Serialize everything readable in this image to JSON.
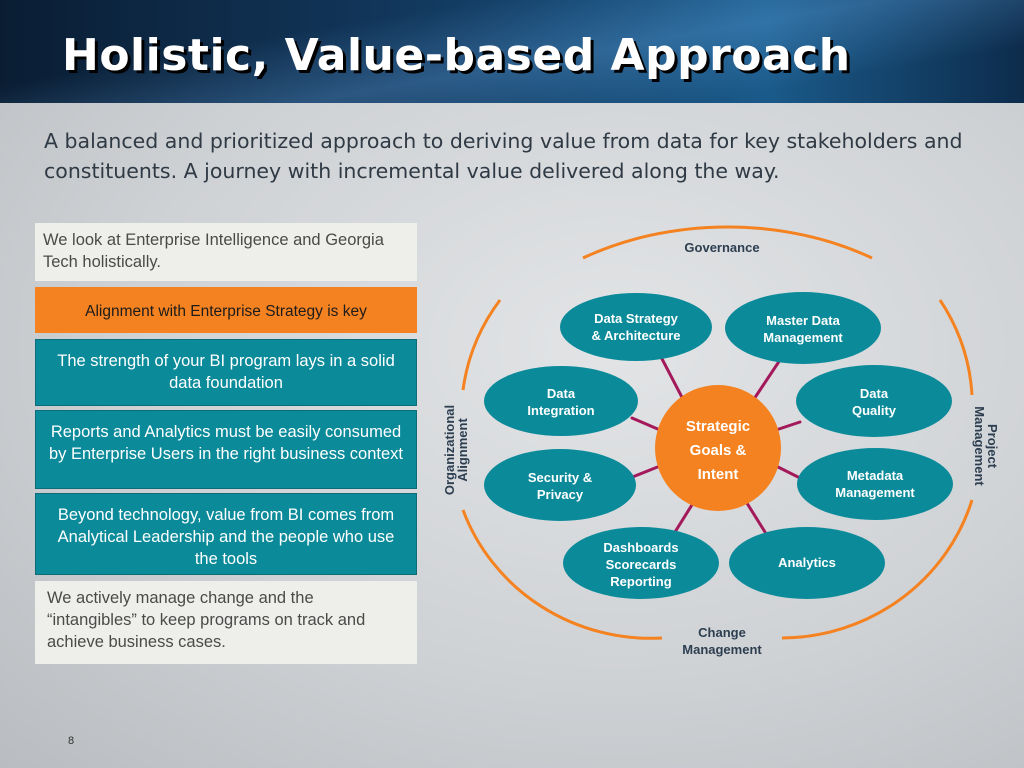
{
  "slide": {
    "title": "Holistic, Value-based Approach",
    "subtitle": "A balanced and prioritized approach to deriving value from data for key stakeholders and constituents.  A journey with incremental value delivered along the way.",
    "page_number": "8"
  },
  "boxes": [
    {
      "text": "We look at Enterprise Intelligence and Georgia Tech holistically.",
      "style": "light"
    },
    {
      "text": "Alignment with Enterprise Strategy is key",
      "style": "orange"
    },
    {
      "text": "The strength of your BI program lays in a solid data foundation",
      "style": "teal"
    },
    {
      "text": "Reports and Analytics must be easily consumed by Enterprise Users in the right business context",
      "style": "teal"
    },
    {
      "text": "Beyond technology, value from BI comes from Analytical Leadership and the people who use the tools",
      "style": "teal"
    },
    {
      "text": "We actively manage change and the “intangibles” to keep programs on track and achieve business cases.",
      "style": "light"
    }
  ],
  "diagram": {
    "center": {
      "lines": [
        "Strategic",
        "Goals &",
        "Intent"
      ]
    },
    "nodes": [
      {
        "lines": [
          "Data Strategy",
          "& Architecture"
        ]
      },
      {
        "lines": [
          "Master Data",
          "Management"
        ]
      },
      {
        "lines": [
          "Data",
          "Integration"
        ]
      },
      {
        "lines": [
          "Data",
          "Quality"
        ]
      },
      {
        "lines": [
          "Security &",
          "Privacy"
        ]
      },
      {
        "lines": [
          "Metadata",
          "Management"
        ]
      },
      {
        "lines": [
          "Dashboards",
          "Scorecards",
          "Reporting"
        ]
      },
      {
        "lines": [
          "Analytics"
        ]
      }
    ],
    "outer_labels": {
      "top": [
        "Governance"
      ],
      "bottom": [
        "Change",
        "Management"
      ],
      "left": [
        "Organizational",
        "Alignment"
      ],
      "right": [
        "Project",
        "Management"
      ]
    }
  },
  "colors": {
    "teal": "#0b8a9a",
    "orange": "#f58220",
    "spoke": "#a3195b",
    "arc": "#f58220"
  }
}
